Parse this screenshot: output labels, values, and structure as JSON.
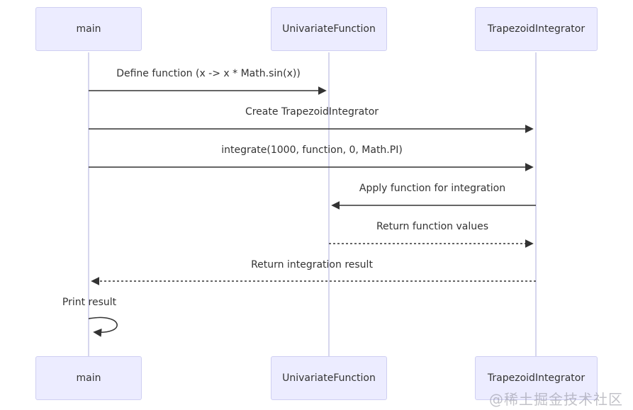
{
  "diagram": {
    "type": "sequence",
    "actors": [
      {
        "name": "main"
      },
      {
        "name": "UnivariateFunction"
      },
      {
        "name": "TrapezoidIntegrator"
      }
    ],
    "messages": [
      {
        "from": "main",
        "to": "UnivariateFunction",
        "label": "Define function (x -> x * Math.sin(x))",
        "line": "solid"
      },
      {
        "from": "main",
        "to": "TrapezoidIntegrator",
        "label": "Create TrapezoidIntegrator",
        "line": "solid"
      },
      {
        "from": "main",
        "to": "TrapezoidIntegrator",
        "label": "integrate(1000, function, 0, Math.PI)",
        "line": "solid"
      },
      {
        "from": "TrapezoidIntegrator",
        "to": "UnivariateFunction",
        "label": "Apply function for integration",
        "line": "solid"
      },
      {
        "from": "UnivariateFunction",
        "to": "TrapezoidIntegrator",
        "label": "Return function values",
        "line": "dashed"
      },
      {
        "from": "TrapezoidIntegrator",
        "to": "main",
        "label": "Return integration result",
        "line": "dashed"
      },
      {
        "from": "main",
        "to": "main",
        "label": "Print result",
        "line": "self-loop"
      }
    ],
    "colors": {
      "actor_fill": "#ECECFF",
      "actor_border": "#CFCFF2",
      "lifeline": "#C9C9E8",
      "arrow": "#333333",
      "text": "#333333"
    }
  },
  "watermark": {
    "text": "@稀土掘金技术社区"
  }
}
